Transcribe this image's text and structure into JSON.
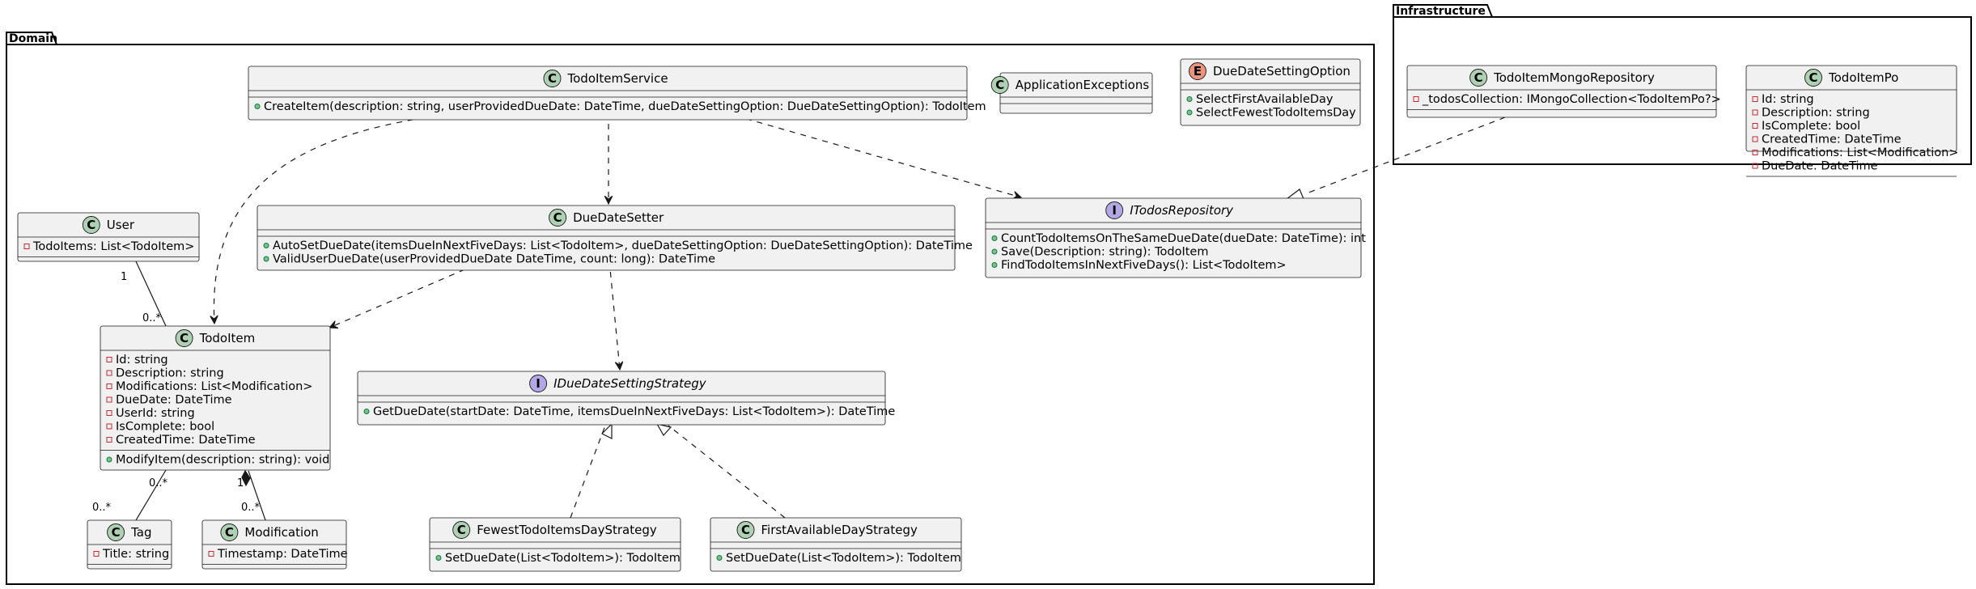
{
  "packages": {
    "domain": {
      "name": "Domain"
    },
    "infrastructure": {
      "name": "Infrastructure"
    }
  },
  "classes": {
    "todoItemService": {
      "kind": "C",
      "name": "TodoItemService",
      "attributes": [],
      "methods": [
        "CreateItem(description: string, userProvidedDueDate: DateTime, dueDateSettingOption: DueDateSettingOption): TodoItem"
      ]
    },
    "applicationExceptions": {
      "kind": "C",
      "name": "ApplicationExceptions",
      "attributes": [],
      "methods": []
    },
    "dueDateSettingOption": {
      "kind": "E",
      "name": "DueDateSettingOption",
      "attributes": [],
      "methods": [
        "SelectFirstAvailableDay",
        "SelectFewestTodoItemsDay"
      ]
    },
    "user": {
      "kind": "C",
      "name": "User",
      "attributes": [
        "TodoItems: List<TodoItem>"
      ],
      "methods": []
    },
    "dueDateSetter": {
      "kind": "C",
      "name": "DueDateSetter",
      "attributes": [],
      "methods": [
        "AutoSetDueDate(itemsDueInNextFiveDays: List<TodoItem>, dueDateSettingOption: DueDateSettingOption): DateTime",
        "ValidUserDueDate(userProvidedDueDate DateTime, count: long): DateTime"
      ]
    },
    "iTodosRepository": {
      "kind": "I",
      "name": "ITodosRepository",
      "attributes": [],
      "methods": [
        "CountTodoItemsOnTheSameDueDate(dueDate: DateTime): int",
        "Save(Description: string): TodoItem",
        "FindTodoItemsInNextFiveDays(): List<TodoItem>"
      ]
    },
    "todoItem": {
      "kind": "C",
      "name": "TodoItem",
      "attributes": [
        "Id: string",
        "Description: string",
        "Modifications: List<Modification>",
        "DueDate: DateTime",
        "UserId: string",
        "IsComplete: bool",
        "CreatedTime: DateTime"
      ],
      "methods": [
        "ModifyItem(description: string): void"
      ]
    },
    "iDueDateSettingStrategy": {
      "kind": "I",
      "name": "IDueDateSettingStrategy",
      "attributes": [],
      "methods": [
        "GetDueDate(startDate: DateTime, itemsDueInNextFiveDays: List<TodoItem>): DateTime"
      ]
    },
    "tag": {
      "kind": "C",
      "name": "Tag",
      "attributes": [
        "Title: string"
      ],
      "methods": []
    },
    "modification": {
      "kind": "C",
      "name": "Modification",
      "attributes": [
        "Timestamp: DateTime"
      ],
      "methods": []
    },
    "fewestTodoItemsDayStrategy": {
      "kind": "C",
      "name": "FewestTodoItemsDayStrategy",
      "attributes": [],
      "methods": [
        "SetDueDate(List<TodoItem>): TodoItem"
      ]
    },
    "firstAvailableDayStrategy": {
      "kind": "C",
      "name": "FirstAvailableDayStrategy",
      "attributes": [],
      "methods": [
        "SetDueDate(List<TodoItem>): TodoItem"
      ]
    },
    "todoItemMongoRepository": {
      "kind": "C",
      "name": "TodoItemMongoRepository",
      "attributes": [
        "_todosCollection: IMongoCollection<TodoItemPo?>"
      ],
      "methods": []
    },
    "todoItemPo": {
      "kind": "C",
      "name": "TodoItemPo",
      "attributes": [
        "Id: string",
        "Description: string",
        "IsComplete: bool",
        "CreatedTime: DateTime",
        "Modifications: List<Modification>",
        "DueDate: DateTime"
      ],
      "methods": []
    }
  },
  "multiplicities": {
    "userSide": "1",
    "todoItemFromUser": "0..*",
    "todoItemToTag": "0..*",
    "tagSide": "0..*",
    "todoItemComposition": "1",
    "modificationSide": "0..*"
  },
  "colors": {
    "classFill": "#f1f1f1",
    "border": "#181818",
    "classCircle": "#add1b2",
    "enumCircle": "#eb937f",
    "interfaceCircle": "#b4a7e5",
    "privateMarker": "#c82930",
    "publicMarker": "#84be84"
  }
}
